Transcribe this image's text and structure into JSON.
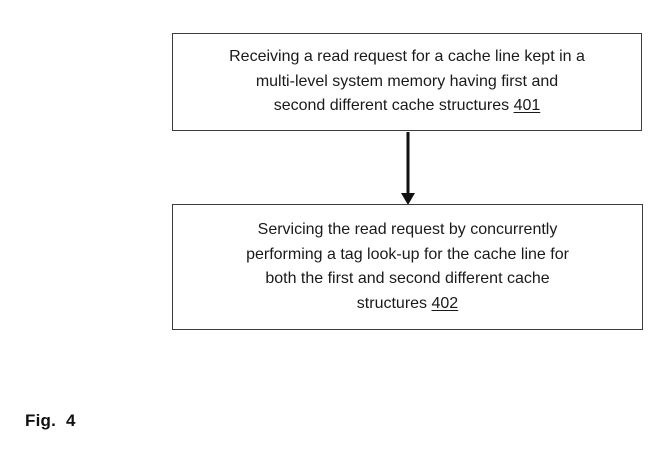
{
  "diagram": {
    "boxes": [
      {
        "text": "Receiving a read request for a cache line kept in a\nmulti-level system memory having first and\nsecond different cache structures ",
        "ref": "401"
      },
      {
        "text": "Servicing the read request by concurrently\nperforming a tag look-up for the cache line for\nboth the first and second different cache\nstructures ",
        "ref": "402"
      }
    ],
    "connector": "down-arrow",
    "figure_label": "Fig.",
    "figure_number": "4"
  },
  "colors": {
    "box_border": "#3c3c3c",
    "text": "#1a1a1a",
    "arrow": "#111111",
    "background": "#ffffff"
  }
}
